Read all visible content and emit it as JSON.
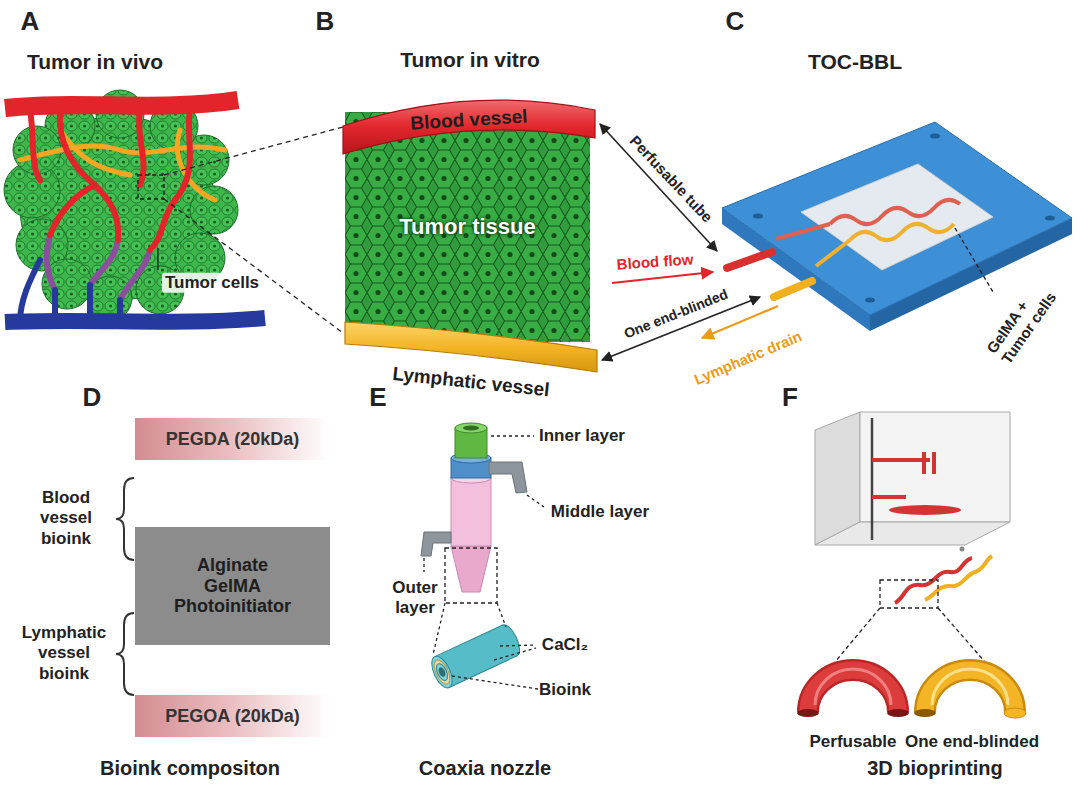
{
  "diagram": {
    "nodes": [
      {
        "text": [
          "Blood vessel"
        ]
      },
      {
        "text": [
          "Tumor tissue"
        ]
      },
      {
        "text": [
          "Lymphatic vessel"
        ]
      },
      {
        "text": [
          "PEGDA (20kDa)"
        ]
      },
      {
        "text": [
          "Alginate GelMA Photoinitiator"
        ]
      },
      {
        "text": [
          "PEGOA (20kDa)"
        ]
      }
    ],
    "labels": [
      "A",
      "Tumor in vivo",
      "Tumor cells",
      "B",
      "Tumor in vitro",
      "C",
      "TOC-BBL",
      "Perfusable tube",
      "Blood flow",
      "One end-blinded",
      "Lymphatic drain",
      "GelMA + Tumor cells",
      "D",
      "Blood vessel bioink",
      "Lymphatic vessel bioink",
      "Bioink compositon",
      "E",
      "Inner layer",
      "Middle layer",
      "Outer layer",
      "CaCl₂",
      "Bioink",
      "Coaxia nozzle",
      "F",
      "Perfusable",
      "One end-blinded",
      "3D bioprinting"
    ]
  }
}
